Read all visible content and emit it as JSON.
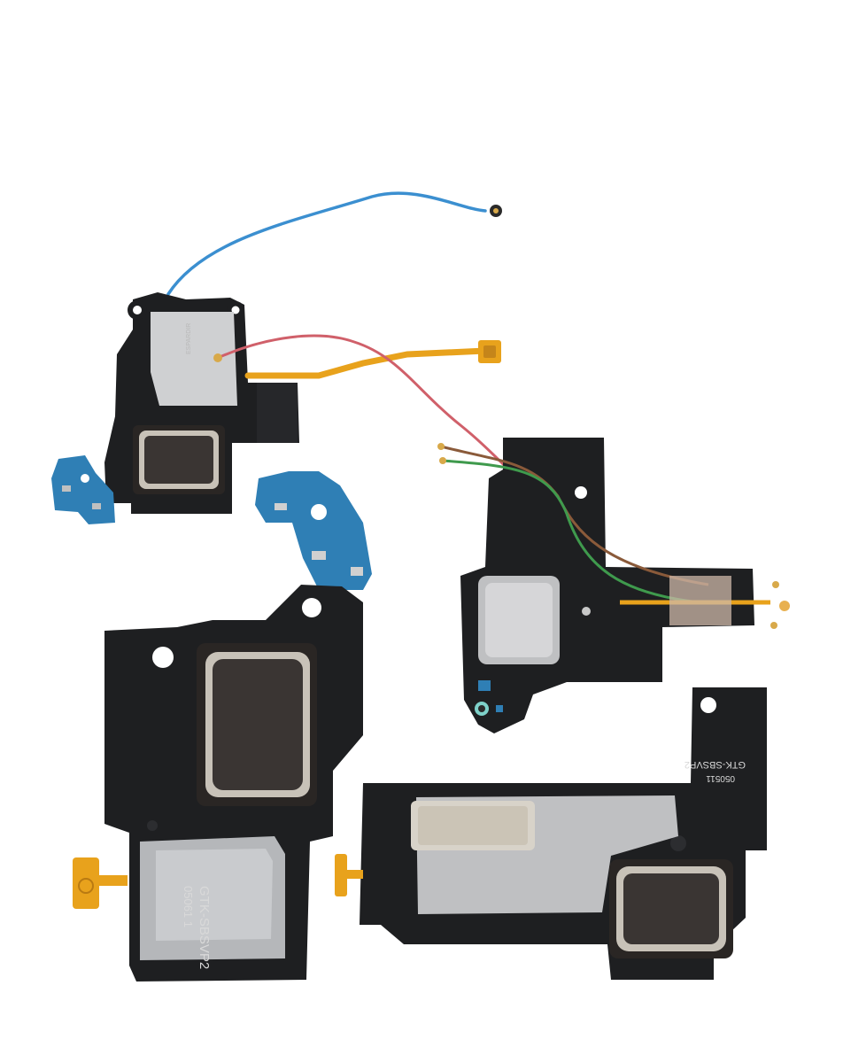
{
  "photo": {
    "background": "#ffffff",
    "palette": {
      "housing": "#1e1f21",
      "housing_edge": "#2c2d30",
      "metal": "#cfd0d2",
      "metal_dark": "#a9abae",
      "membrane": "#3a3533",
      "membrane_ring": "#c8c2b8",
      "pcb": "#2f7fb5",
      "flex": "#e8a21c",
      "wire_blue": "#3b8fd0",
      "wire_red": "#d0606a",
      "wire_green": "#3f9a4d",
      "wire_brown": "#8a5a3a",
      "gold": "#d8a94a"
    }
  },
  "labels": {
    "large_speaker_label_line1": "GTK-SBSVP2",
    "large_speaker_label_line2": "05061 1",
    "bottom_speaker_label_line1": "GTK-SBSVP2",
    "bottom_speaker_label_line2": "050511"
  }
}
